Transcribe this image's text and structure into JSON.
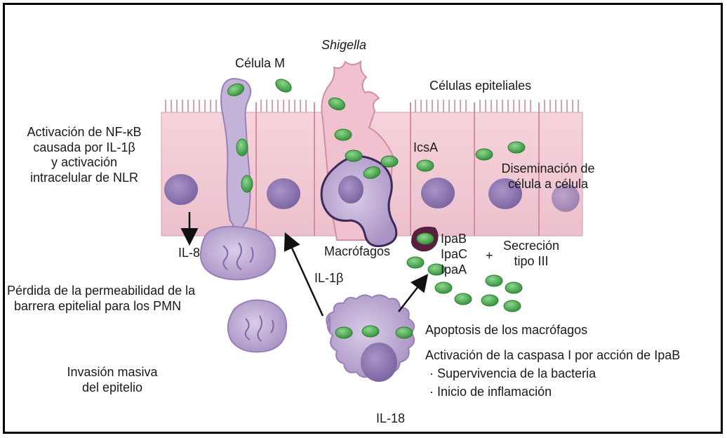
{
  "labels": {
    "shigella": "Shigella",
    "celula_m": "Célula M",
    "celulas_epiteliales": "Células epiteliales",
    "activacion_line1": "Activación de NF-κB",
    "activacion_line2": "causada por IL-1β",
    "activacion_line3": "y activación",
    "activacion_line4": "intracelular de NLR",
    "icsa": "IcsA",
    "diseminacion_line1": "Diseminación de",
    "diseminacion_line2": "célula a célula",
    "il8": "IL-8",
    "macrofagos": "Macrófagos",
    "ipab": "IpaB",
    "ipac": "IpaC",
    "ipaa": "IpaA",
    "plus": "+",
    "secrecion_line1": "Secreción",
    "secrecion_line2": "tipo III",
    "il1b": "IL-1β",
    "perdida_line1": "Pérdida de la permeabilidad de la",
    "perdida_line2": "barrera epitelial para los PMN",
    "apoptosis": "Apoptosis de los macrófagos",
    "caspasa": "Activación de la caspasa I por acción de IpaB",
    "supervivencia": "· Supervivencia de la bacteria",
    "inflamacion": "· Inicio de inflamación",
    "invasion_line1": "Invasión masiva",
    "invasion_line2": "del epitelio",
    "il18": "IL-18"
  },
  "colors": {
    "epithelium": "#f2c9d3",
    "epithelium_edge": "#d99aab",
    "cell_purple": "#b8a3cc",
    "nucleus": "#8f78b3",
    "bacteria": "#4caf50",
    "bacteria_edge": "#2e7d32",
    "secretion_dark": "#5a1f3f"
  }
}
